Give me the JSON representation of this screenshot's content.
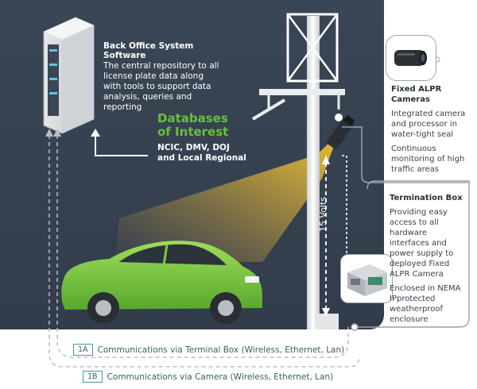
{
  "back_office": {
    "title_line1": "Back Office System",
    "title_line2": "Software",
    "desc_lines": [
      "The central repository to all",
      "license plate data along",
      "with tools to support data",
      "analysis, queries and",
      "reporting"
    ]
  },
  "databases": {
    "title_line1": "Databases",
    "title_line2": "of Interest",
    "sub_line1": "NCIC, DMV, DOJ",
    "sub_line2": "and Local Regional"
  },
  "fixed_alpr": {
    "title_line1": "Fixed ALPR",
    "title_line2": "Cameras",
    "para1_lines": [
      "Integrated camera",
      "and processor in",
      "water-tight seal"
    ],
    "para2_lines": [
      "Continuous",
      "monitoring of high",
      "traffic areas"
    ]
  },
  "termination_box": {
    "title": "Termination Box",
    "para1_lines": [
      "Providing easy",
      "access to all",
      "hardware",
      "interfaces and",
      "power supply to",
      "deployed Fixed",
      "ALPR Camera"
    ],
    "para2_lines": [
      "Enclosed in NEMA",
      "IPprotected",
      "weatherproof",
      "enclosure"
    ]
  },
  "voltage_label": "15 Volts",
  "comm_1a": {
    "tag": "1A",
    "label": "Communications via Terminal Box (Wireless, Ethernet, Lan)"
  },
  "comm_1b": {
    "tag": "1B",
    "label": "Communications via Camera (Wireless, Ethernet, Lan)"
  },
  "colors": {
    "panel": "#364150",
    "accent_green": "#6abf3c",
    "beam": "#f2c12e",
    "car": "#7ac943",
    "teal": "#3f9aa3"
  }
}
